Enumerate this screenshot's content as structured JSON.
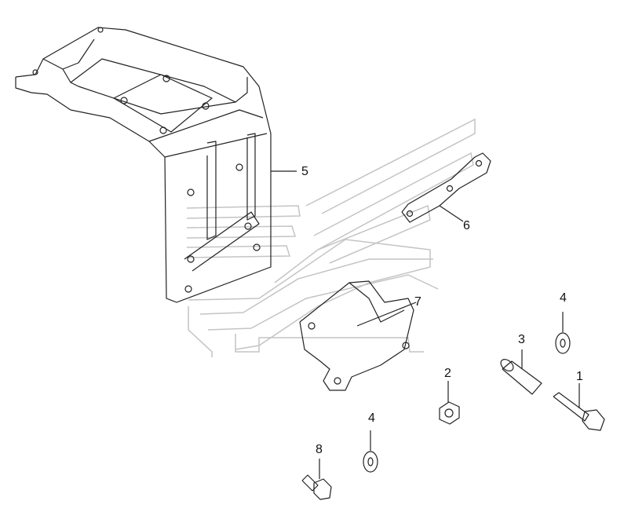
{
  "callouts": {
    "c5": "5",
    "c6": "6",
    "c7": "7",
    "c4a": "4",
    "c3": "3",
    "c1": "1",
    "c2": "2",
    "c4b": "4",
    "c8": "8"
  },
  "colors": {
    "line": "#222222",
    "watermark": "#bdbdbd"
  }
}
